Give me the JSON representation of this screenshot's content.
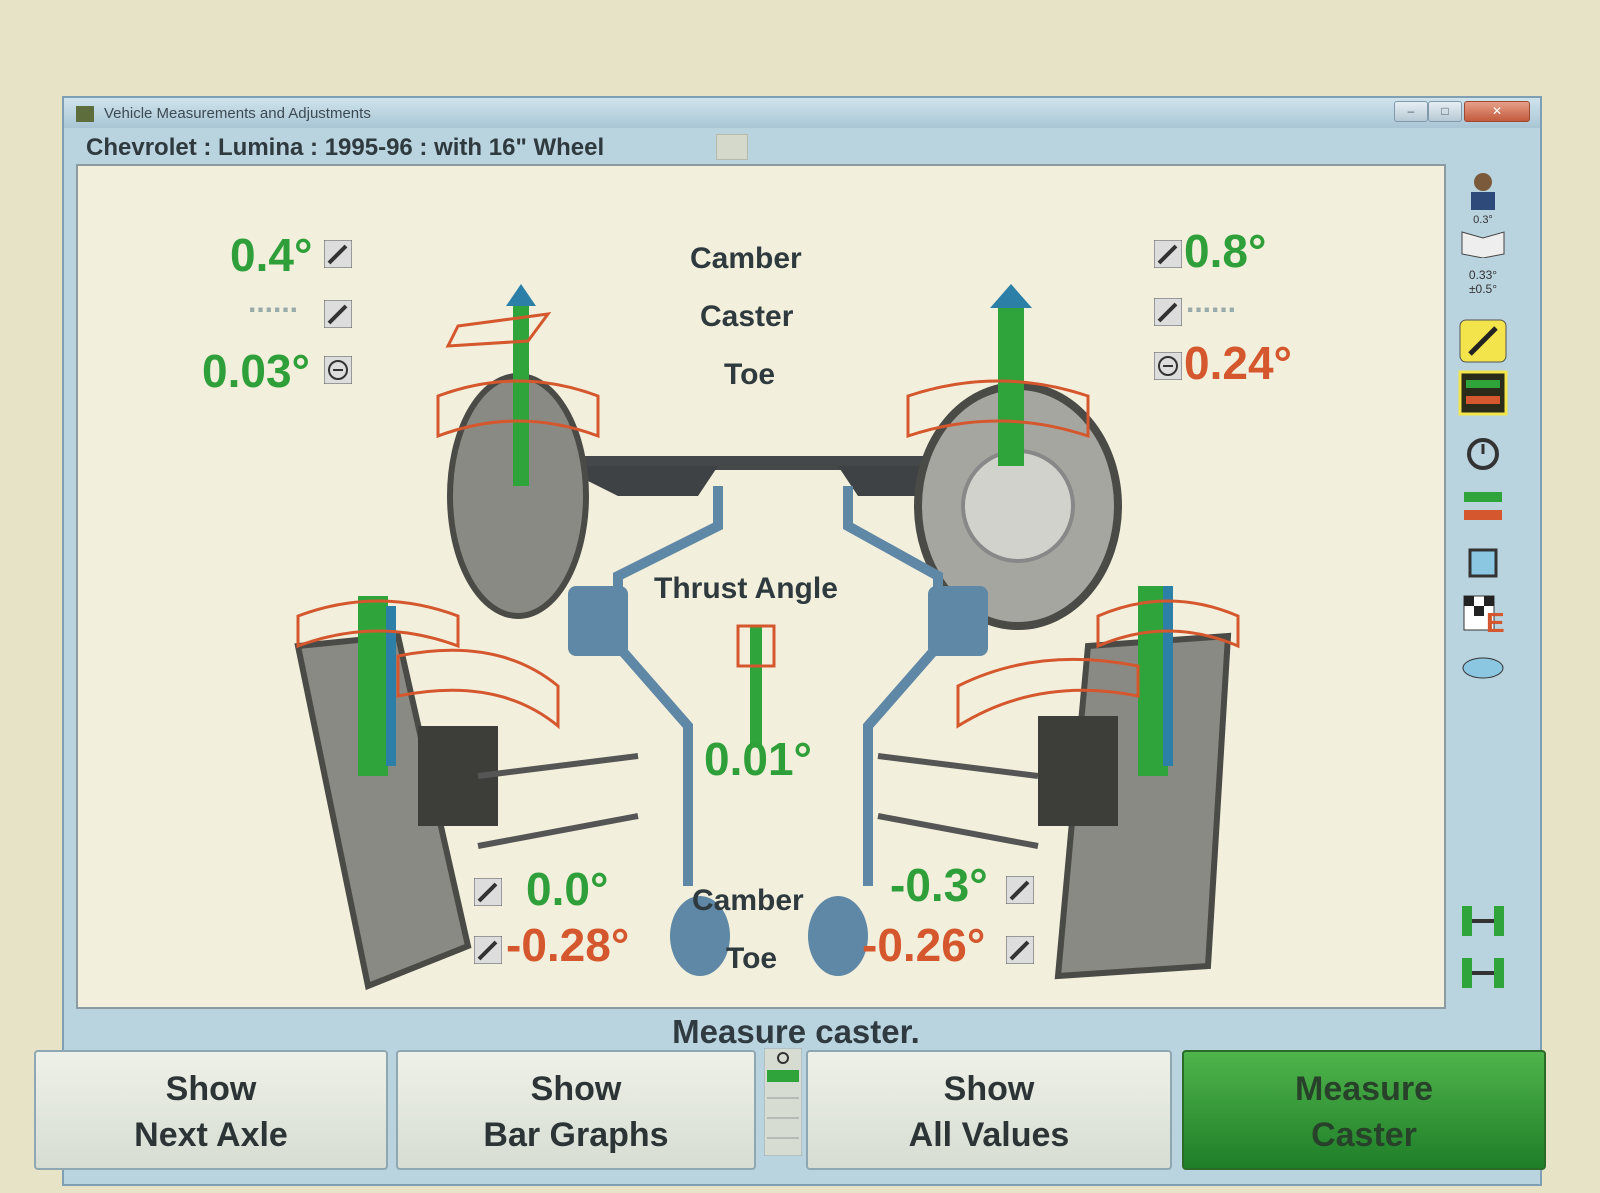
{
  "window": {
    "title": "Vehicle Measurements and Adjustments",
    "vehicle": "Chevrolet : Lumina : 1995-96 : with 16\" Wheel"
  },
  "labels": {
    "camber": "Camber",
    "caster": "Caster",
    "toe": "Toe",
    "thrust_angle": "Thrust Angle",
    "rear_camber": "Camber",
    "rear_toe": "Toe"
  },
  "front_left": {
    "camber": "0.4°",
    "caster": "......",
    "toe": "0.03°"
  },
  "front_right": {
    "camber": "0.8°",
    "caster": "......",
    "toe": "0.24°"
  },
  "thrust_angle_value": "0.01°",
  "rear_left": {
    "camber": "0.0°",
    "toe": "-0.28°"
  },
  "rear_right": {
    "camber": "-0.3°",
    "toe": "-0.26°"
  },
  "toolbar": {
    "spec_camber": "0.3°",
    "spec_toe": "0.33°",
    "spec_tol": "±0.5°"
  },
  "status": "Measure caster.",
  "function_keys": [
    {
      "label": "Show\nNext Axle"
    },
    {
      "label": "Show\nBar Graphs"
    },
    {
      "label": "Show\nAll Values"
    },
    {
      "label": "Measure\nCaster"
    }
  ],
  "colors": {
    "ok": "#2f9f3a",
    "out_of_spec": "#d5572e",
    "active_key": "#2f8f34"
  },
  "icons": [
    "wrench-icon",
    "gauge-icon",
    "customer-icon",
    "book-icon",
    "tools-icon",
    "bar-graph-icon",
    "timer-icon",
    "equalize-icon",
    "wheel-icon",
    "checkered-flag-icon",
    "print-icon",
    "axle-icon",
    "zoom-icon"
  ]
}
